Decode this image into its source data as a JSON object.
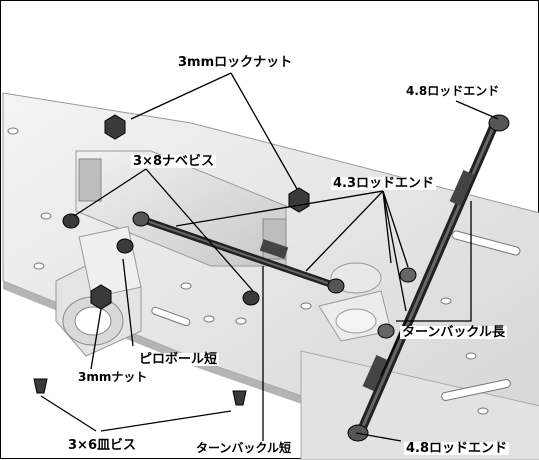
{
  "labels": {
    "lock_nut_3mm": "3mmロックナット",
    "rod_end_48_top": "4.8ロッドエンド",
    "screw_3x8_pan": "3×8ナベビス",
    "rod_end_43": "4.3ロッドエンド",
    "turnbuckle_long": "ターンバックル長",
    "pillow_ball_short": "ピロボール短",
    "nut_3mm": "3mmナット",
    "screw_3x6_flat": "3×6皿ビス",
    "turnbuckle_short": "ターンバックル短",
    "rod_end_48_bottom": "4.8ロッドエンド"
  }
}
